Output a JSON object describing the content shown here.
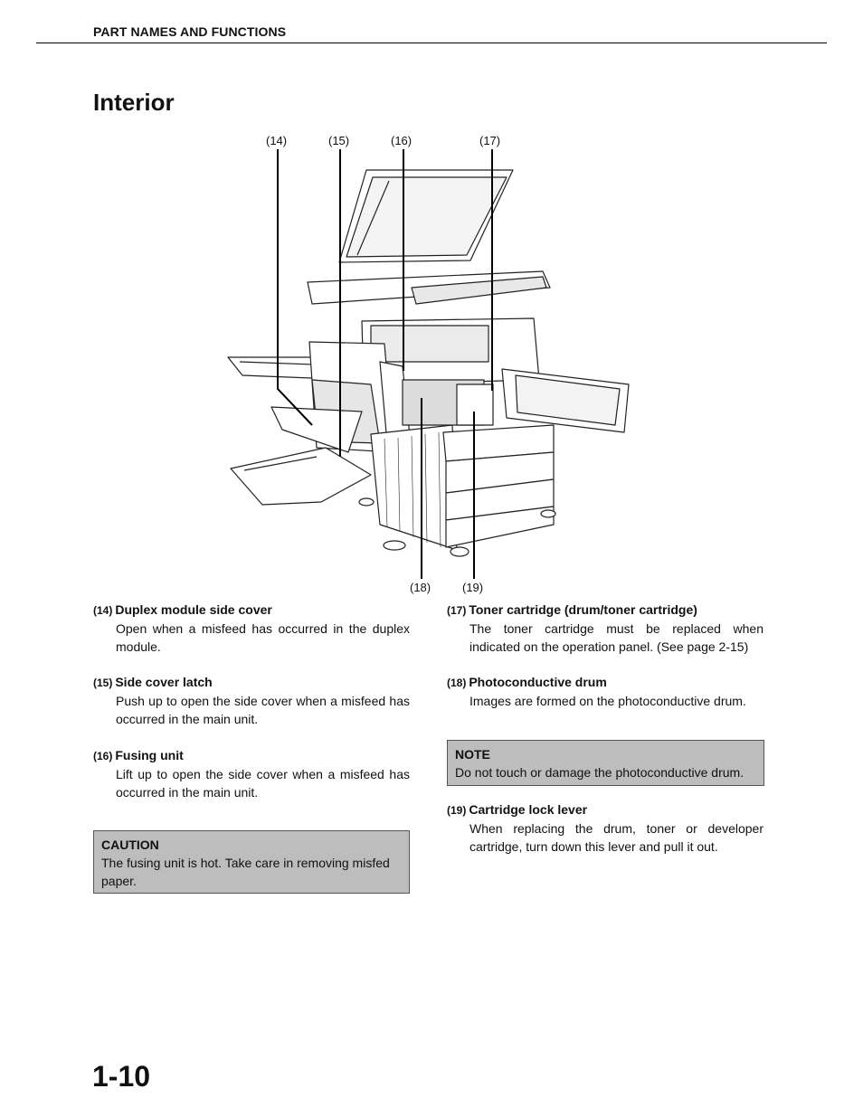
{
  "header": {
    "section": "PART NAMES AND FUNCTIONS"
  },
  "title": "Interior",
  "figure": {
    "callouts": {
      "c14": "(14)",
      "c15": "(15)",
      "c16": "(16)",
      "c17": "(17)",
      "c18": "(18)",
      "c19": "(19)"
    }
  },
  "items": {
    "i14": {
      "num": "(14)",
      "name": "Duplex module side cover",
      "desc": "Open when a misfeed has occurred in the duplex module."
    },
    "i15": {
      "num": "(15)",
      "name": "Side cover latch",
      "desc": "Push up to open the side cover when a misfeed has occurred in the main unit."
    },
    "i16": {
      "num": "(16)",
      "name": "Fusing unit",
      "desc": "Lift up to open the side cover when a misfeed has occurred in the main unit."
    },
    "i17": {
      "num": "(17)",
      "name": "Toner cartridge (drum/toner cartridge)",
      "desc": "The toner cartridge must be replaced when indicated on the operation panel. (See page 2-15)"
    },
    "i18": {
      "num": "(18)",
      "name": "Photoconductive drum",
      "desc": "Images are formed on the photoconductive drum."
    },
    "i19": {
      "num": "(19)",
      "name": "Cartridge lock lever",
      "desc": "When replacing the drum, toner or developer cartridge, turn down this lever and pull it out."
    }
  },
  "caution": {
    "title": "CAUTION",
    "text": "The fusing unit is hot. Take care in removing misfed paper."
  },
  "note": {
    "title": "NOTE",
    "text": "Do not touch or damage the photoconductive drum."
  },
  "page_number": "1-10"
}
